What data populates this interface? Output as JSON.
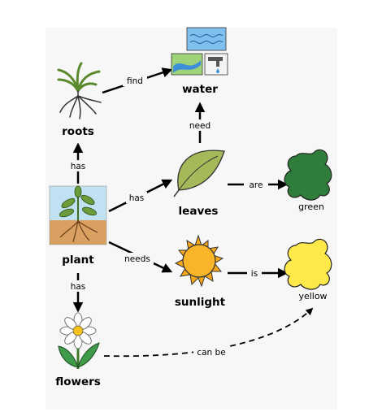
{
  "nodes": {
    "plant": "plant",
    "roots": "roots",
    "water": "water",
    "leaves": "leaves",
    "green": "green",
    "sunlight": "sunlight",
    "yellow": "yellow",
    "flowers": "flowers"
  },
  "edges": {
    "plant_roots": "has",
    "roots_water": "find",
    "leaves_water": "need",
    "plant_leaves": "has",
    "leaves_green": "are",
    "plant_sunlight": "needs",
    "sunlight_yellow": "is",
    "plant_flowers": "has",
    "flowers_yellow": "can be"
  },
  "colors": {
    "green_blob": "#2f7d3a",
    "yellow_blob": "#ffe94a",
    "leaf": "#a6b95a",
    "sun": "#f6a817",
    "water": "#6cb3e6",
    "soil": "#d29a5a"
  }
}
